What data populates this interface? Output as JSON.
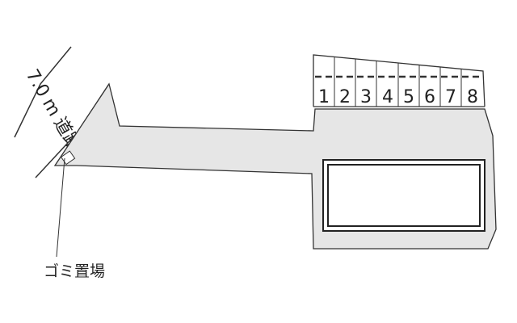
{
  "road": {
    "width": "7.0",
    "unit": "m",
    "label": "道路"
  },
  "parking": {
    "slots": [
      {
        "number": "1"
      },
      {
        "number": "2"
      },
      {
        "number": "3"
      },
      {
        "number": "4"
      },
      {
        "number": "5"
      },
      {
        "number": "6"
      },
      {
        "number": "7"
      },
      {
        "number": "8"
      }
    ]
  },
  "garbage_area": {
    "label": "ゴミ置場"
  },
  "colors": {
    "lot_fill": "#e6e6e6",
    "line": "#333333",
    "building_fill": "#ffffff"
  }
}
